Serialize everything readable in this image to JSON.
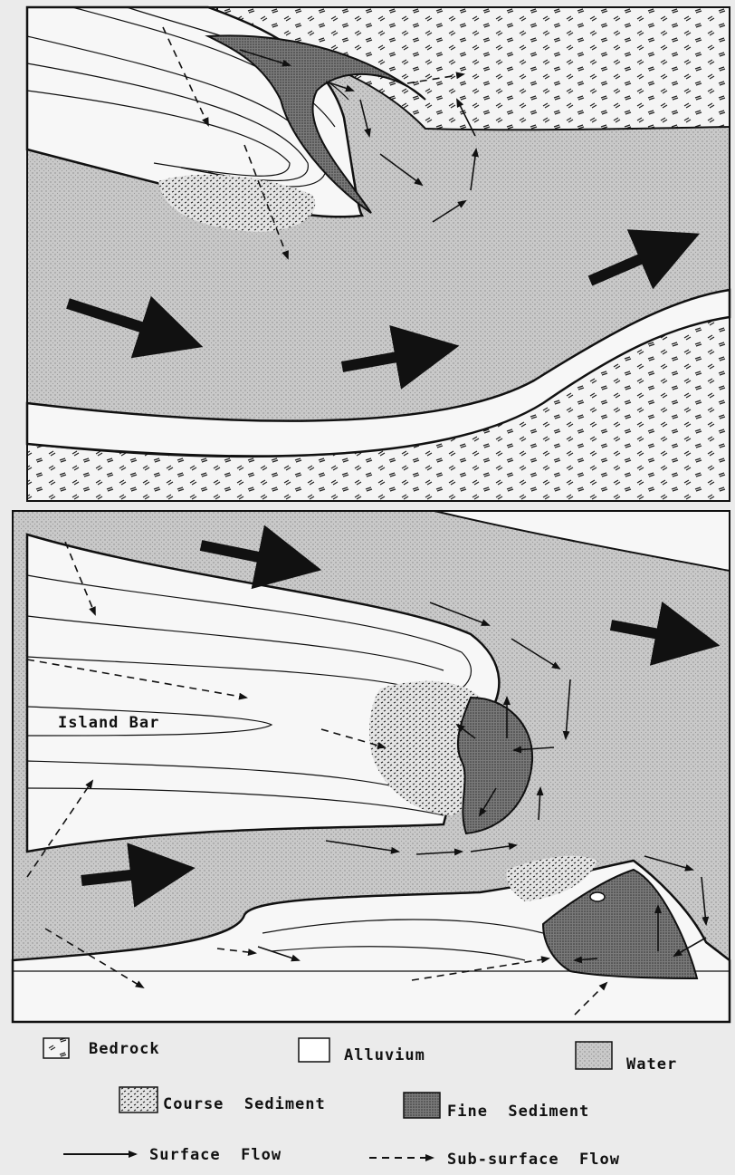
{
  "diagram": {
    "panels": [
      {
        "name": "upper-panel"
      },
      {
        "name": "lower-panel",
        "feature_label": "Island Bar"
      }
    ],
    "legend": {
      "bedrock": "Bedrock",
      "alluvium": "Alluvium",
      "water": "Water",
      "coarse_sediment": "Course  Sediment",
      "fine_sediment": "Fine  Sediment",
      "surface_flow": "Surface  Flow",
      "subsurface_flow": "Sub-surface  Flow"
    }
  }
}
